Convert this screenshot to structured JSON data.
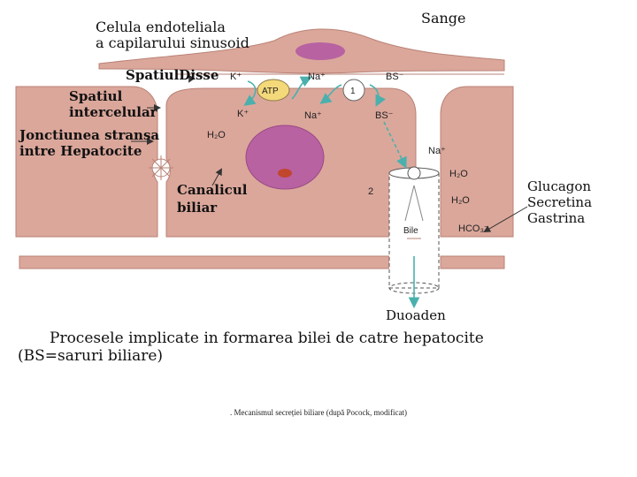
{
  "labels": {
    "endothelial_cell": [
      "Celula endoteliala",
      "a capilarului sinusoid"
    ],
    "blood": "Sange",
    "disse_space": "SpatiulDisse",
    "intercellular_space": [
      "Spatiul",
      "intercelular"
    ],
    "tight_junction": [
      "Jonctiunea stransa",
      "intre Hepatocite"
    ],
    "canaliculus": [
      "Canalicul",
      "biliar"
    ],
    "hormones": [
      "Glucagon",
      "Secretina",
      "Gastrina"
    ],
    "duodenum": "Duoaden",
    "bile": "Bile",
    "cell_number": "2",
    "pump_atp": "ATP",
    "transporter_1": "1"
  },
  "ions": {
    "k_plus": "K⁺",
    "na_plus": "Na⁺",
    "bs_minus": "BS⁻",
    "h2o": "H₂O",
    "hco3": "HCO₃⁻"
  },
  "title": [
    "Procesele implicate in formarea bilei de catre hepatocite",
    "(BS=saruri biliare)"
  ],
  "caption": ". Mecanismul secreției biliare (după Pocock, modificat)",
  "colors": {
    "cell": "#dba79b",
    "cell_stroke": "#b98276",
    "nucleus": "#b862a2",
    "nucleolus": "#c0462e",
    "atp": "#f4d97b",
    "arrow": "#4bb0ad"
  }
}
